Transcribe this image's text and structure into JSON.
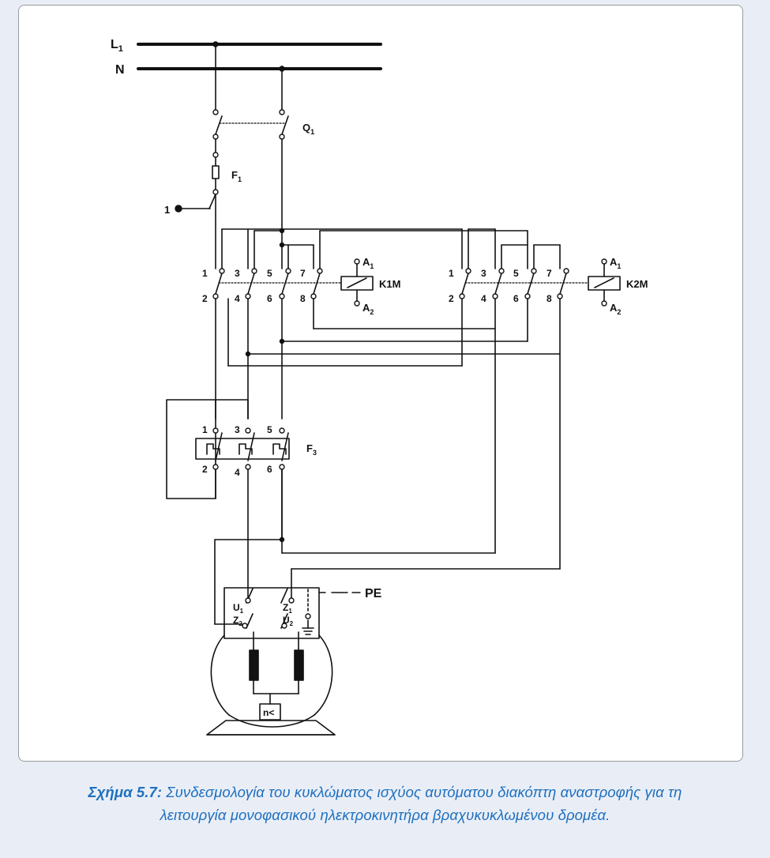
{
  "diagram": {
    "bus_lines": [
      "L1",
      "N"
    ],
    "switch": "Q1",
    "fuse": "F1",
    "control_terminal": "1",
    "contactors": [
      {
        "name": "K1M",
        "coil_terminals": [
          "A1",
          "A2"
        ],
        "top_terminals": [
          "1",
          "3",
          "5",
          "7"
        ],
        "bottom_terminals": [
          "2",
          "4",
          "6",
          "8"
        ]
      },
      {
        "name": "K2M",
        "coil_terminals": [
          "A1",
          "A2"
        ],
        "top_terminals": [
          "1",
          "3",
          "5",
          "7"
        ],
        "bottom_terminals": [
          "2",
          "4",
          "6",
          "8"
        ]
      }
    ],
    "overload_relay": {
      "name": "F3",
      "top_terminals": [
        "1",
        "3",
        "5"
      ],
      "bottom_terminals": [
        "2",
        "4",
        "6"
      ]
    },
    "motor": {
      "terminals_left": [
        "U1",
        "Z2"
      ],
      "terminals_right": [
        "Z1",
        "U2"
      ],
      "earth": "PE",
      "speed_box": "n<"
    }
  },
  "caption": {
    "label": "Σχήμα 5.7:",
    "line1": " Συνδεσμολογία του κυκλώματος ισχύος αυτόματου διακόπτη αναστροφής για τη",
    "line2": "λειτουργία μονοφασικού ηλεκτροκινητήρα βραχυκυκλωμένου δρομέα."
  },
  "colors": {
    "caption": "#1e6fc0",
    "frame": "#9a9a9a",
    "ink": "#111111",
    "background": "#e9eef6"
  }
}
